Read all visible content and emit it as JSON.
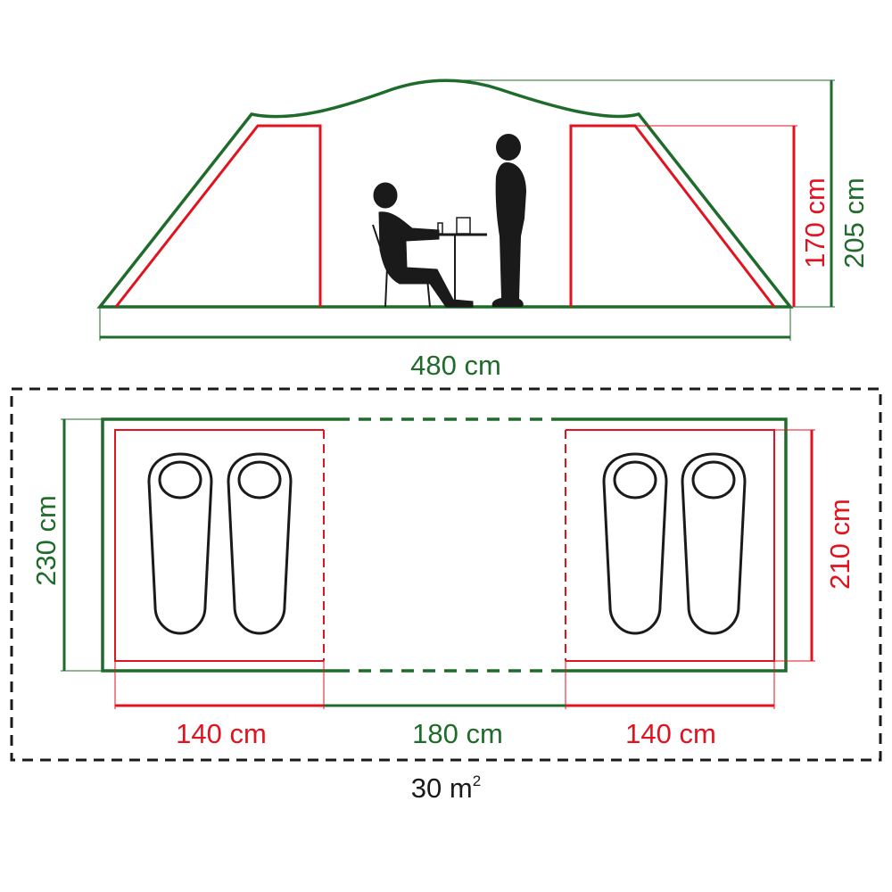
{
  "colors": {
    "outer_tent": "#1f6b2b",
    "inner_tent": "#e3121f",
    "figures": "#1a1a1a"
  },
  "side_view": {
    "length_label": "480 cm",
    "total_height_label": "205 cm",
    "inner_height_label": "170 cm"
  },
  "floor_plan": {
    "width_label": "230 cm",
    "inner_width_label": "210 cm",
    "bedroom_left_label": "140 cm",
    "living_area_label": "180 cm",
    "bedroom_right_label": "140 cm",
    "area_label": "30 m",
    "area_unit_sup": "2"
  }
}
